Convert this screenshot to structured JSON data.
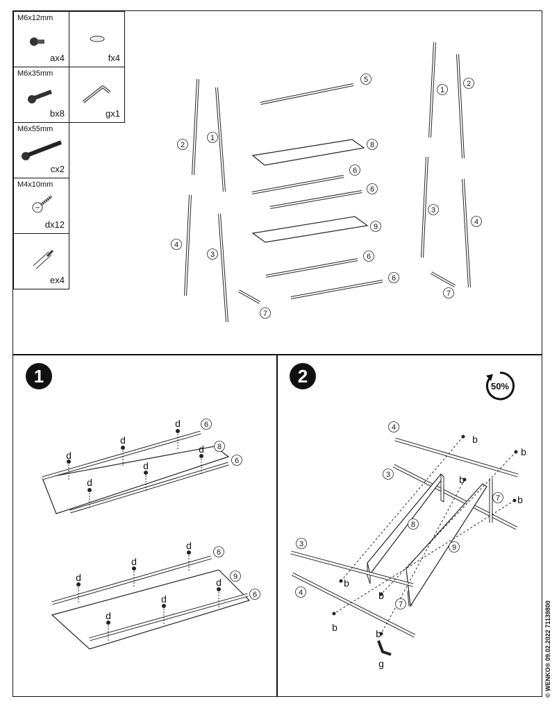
{
  "hardware": [
    {
      "size": "M6x12mm",
      "qty": "ax4",
      "icon": "short-bolt-icon"
    },
    {
      "size": "",
      "qty": "fx4",
      "icon": "washer-icon"
    },
    {
      "size": "M6x35mm",
      "qty": "bx8",
      "icon": "medium-bolt-icon"
    },
    {
      "size": "",
      "qty": "gx1",
      "icon": "allen-key-icon"
    },
    {
      "size": "M6x55mm",
      "qty": "cx2",
      "icon": "long-bolt-icon"
    },
    {
      "size": "M4x10mm",
      "qty": "dx12",
      "icon": "wood-screw-icon"
    },
    {
      "size": "",
      "qty": "ex4",
      "icon": "dowel-icon"
    }
  ],
  "parts_labels": {
    "p5": "5",
    "p8": "8",
    "p6a": "6",
    "p6b": "6",
    "p9": "9",
    "p6c": "6",
    "p6d": "6",
    "left_upper_a": "2",
    "left_upper_b": "1",
    "left_lower_a": "4",
    "left_lower_b": "3",
    "left_bar": "7",
    "right_upper_a": "1",
    "right_upper_b": "2",
    "right_lower_a": "3",
    "right_lower_b": "4",
    "right_bar": "7"
  },
  "step1": {
    "number": "1",
    "screw_letter": "d",
    "labels": {
      "rail_a": "6",
      "shelf_a": "8",
      "rail_b": "6",
      "rail_c": "6",
      "shelf_b": "9",
      "rail_d": "6"
    }
  },
  "step2": {
    "number": "2",
    "percent_label": "50%",
    "bolt_letter": "b",
    "key_letter": "g",
    "labels": {
      "leg4_top": "4",
      "leg3_top": "3",
      "bar7_top": "7",
      "shelf8": "8",
      "shelf9": "9",
      "leg3_bottom": "3",
      "leg4_bottom": "4",
      "bar7_bottom": "7"
    }
  },
  "footer": {
    "copyright": "© WENKO® 09.02.2022 71139800"
  }
}
